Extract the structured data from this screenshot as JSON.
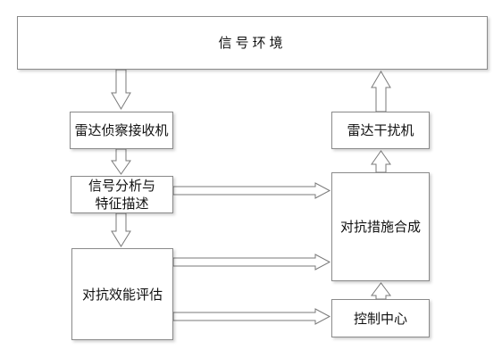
{
  "boxes": {
    "signal_env": "信号环境",
    "recon_receiver": "雷达侦察接收机",
    "jammer": "雷达干扰机",
    "analysis_line1": "信号分析与",
    "analysis_line2": "特征描述",
    "countermeasure_synthesis": "对抗措施合成",
    "effectiveness_assessment": "对抗效能评估",
    "control_center": "控制中心"
  },
  "colors": {
    "box_border": "#8a8a8a",
    "arrow_outline": "#7a7a7a",
    "text": "#111111"
  }
}
